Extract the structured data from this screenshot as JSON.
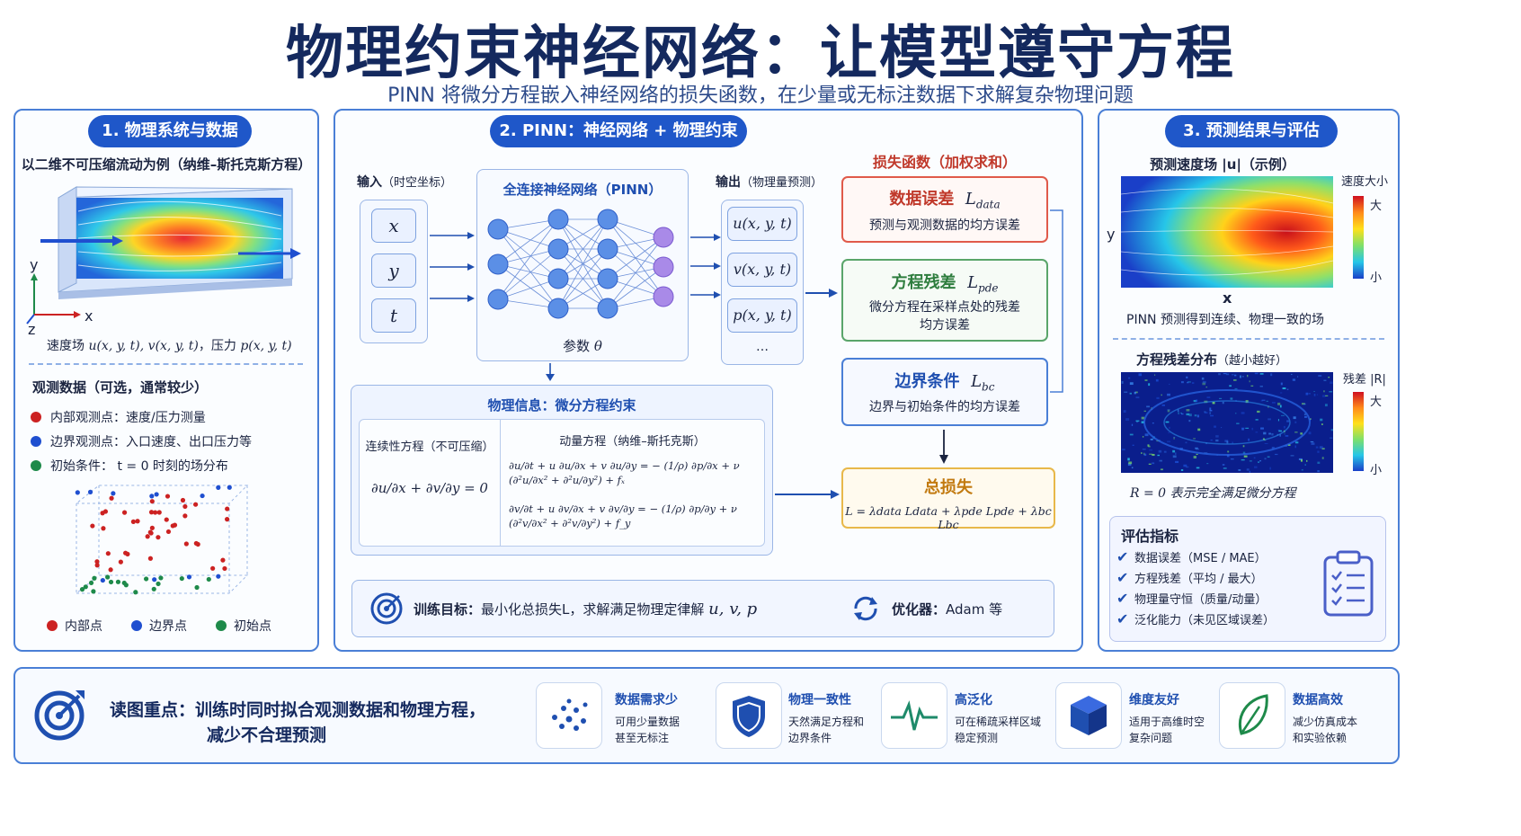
{
  "header": {
    "title": "物理约束神经网络：让模型遵守方程",
    "subtitle": "PINN 将微分方程嵌入神经网络的损失函数，在少量或无标注数据下求解复杂物理问题"
  },
  "panel1": {
    "pill": "1. 物理系统与数据",
    "example": "以二维不可压缩流动为例（纳维–斯托克斯方程）",
    "axis_y": "y",
    "axis_x": "x",
    "axis_z": "z",
    "fields_label_a": "速度场 ",
    "fields_u": "u(x, y, t),  v(x, y, t)",
    "fields_label_b": "，压力 ",
    "fields_p": "p(x, y, t)",
    "obs_title": "观测数据（可选，通常较少）",
    "obs_items": [
      {
        "text": "内部观测点：速度/压力测量",
        "color": "#cc2222"
      },
      {
        "text": "边界观测点：入口速度、出口压力等",
        "color": "#1f4fd0"
      },
      {
        "text": "初始条件：  t = 0 时刻的场分布",
        "color": "#1e8a4a"
      }
    ],
    "legend": [
      {
        "text": "内部点",
        "color": "#cc2222"
      },
      {
        "text": "边界点",
        "color": "#1f4fd0"
      },
      {
        "text": "初始点",
        "color": "#1e8a4a"
      }
    ]
  },
  "panel2": {
    "pill": "2. PINN：神经网络 + 物理约束",
    "input_title": "输入",
    "input_sub": "（时空坐标）",
    "inputs": [
      "x",
      "y",
      "t"
    ],
    "net_title": "全连接神经网络（PINN）",
    "param_label": "参数 ",
    "param_symbol": "θ",
    "output_title": "输出",
    "output_sub": "（物理量预测）",
    "outputs": [
      "u(x, y, t)",
      "v(x, y, t)",
      "p(x, y, t)",
      "…"
    ],
    "physics_title": "物理信息：微分方程约束",
    "continuity_title": "连续性方程（不可压缩）",
    "continuity_eq": "∂u/∂x + ∂v/∂y = 0",
    "momentum_title": "动量方程（纳维–斯托克斯）",
    "momentum_eq1": "∂u/∂t + u ∂u/∂x + v ∂u/∂y = − (1/ρ) ∂p/∂x + ν (∂²u/∂x² + ∂²u/∂y²) + fₓ",
    "momentum_eq2": "∂v/∂t + u ∂v/∂x + v ∂v/∂y = − (1/ρ) ∂p/∂y + ν (∂²v/∂x² + ∂²v/∂y²) + f_y",
    "loss_title": "损失函数（加权求和）",
    "losses": [
      {
        "name": "数据误差",
        "symbol": "L",
        "sub": "data",
        "desc": "预测与观测数据的均方误差",
        "color": "#e05a4a",
        "title_color": "#c0392b"
      },
      {
        "name": "方程残差",
        "symbol": "L",
        "sub": "pde",
        "desc": "微分方程在采样点处的残差均方误差",
        "color": "#5aa56a",
        "title_color": "#2e7d3e"
      },
      {
        "name": "边界条件",
        "symbol": "L",
        "sub": "bc",
        "desc": "边界与初始条件的均方误差",
        "color": "#4a7fd6",
        "title_color": "#1f4fb0"
      }
    ],
    "total_title": "总损失",
    "total_eq": "L = λdata Ldata + λpde Lpde + λbc Lbc",
    "train_label": "训练目标：",
    "train_text": "最小化总损失L，求解满足物理定律解 ",
    "train_vars": "u, v, p",
    "opt_label": "优化器：",
    "opt_value": "Adam 等"
  },
  "panel3": {
    "pill": "3. 预测结果与评估",
    "pred_title": "预测速度场 |u|（示例）",
    "colorbar1_title": "速度大小",
    "high": "大",
    "low": "小",
    "axis_y": "y",
    "axis_x": "x",
    "pred_caption": "PINN 预测得到连续、物理一致的场",
    "residual_title": "方程残差分布",
    "residual_sub": "（越小越好）",
    "colorbar2_title": "残差 |R|",
    "residual_caption": "R = 0 表示完全满足微分方程",
    "eval_title": "评估指标",
    "eval_items": [
      "数据误差（MSE / MAE）",
      "方程残差（平均 / 最大）",
      "物理量守恒（质量/动量）",
      "泛化能力（未见区域误差）"
    ]
  },
  "footer": {
    "key_label": "读图重点：",
    "key_line1": "训练时同时拟合观测数据和物理方程，",
    "key_line2": "减少不合理预测",
    "features": [
      {
        "icon": "scatter-dots-icon",
        "title": "数据需求少",
        "desc1": "可用少量数据",
        "desc2": "甚至无标注"
      },
      {
        "icon": "shield-icon",
        "title": "物理一致性",
        "desc1": "天然满足方程和",
        "desc2": "边界条件"
      },
      {
        "icon": "pulse-icon",
        "title": "高泛化",
        "desc1": "可在稀疏采样区域",
        "desc2": "稳定预测"
      },
      {
        "icon": "cube-icon",
        "title": "维度友好",
        "desc1": "适用于高维时空",
        "desc2": "复杂问题"
      },
      {
        "icon": "leaf-icon",
        "title": "数据高效",
        "desc1": "减少仿真成本",
        "desc2": "和实验依赖"
      }
    ]
  }
}
